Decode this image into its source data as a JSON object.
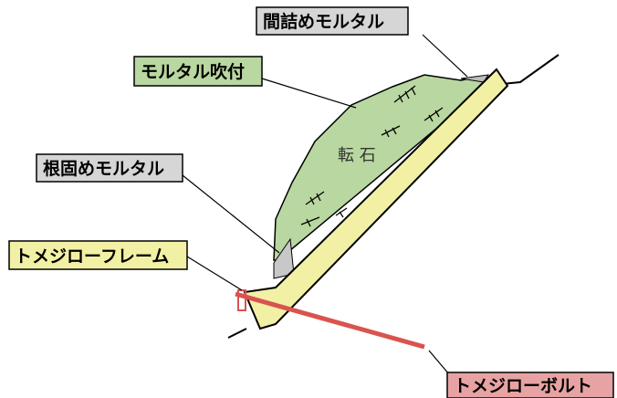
{
  "labels": {
    "mazume": "間詰めモルタル",
    "fukitsuke": "モルタル吹付",
    "negatame": "根固めモルタル",
    "frame": "トメジローフレーム",
    "bolt": "トメジローボルト",
    "rock": "転 石"
  },
  "colors": {
    "mortar_green": "#b9d7a0",
    "frame_yellow": "#f2f0a4",
    "bolt_red": "#d9534f",
    "gray_label": "#d6d6d6",
    "bolt_label": "#e7a3a3",
    "outline": "#000000"
  }
}
